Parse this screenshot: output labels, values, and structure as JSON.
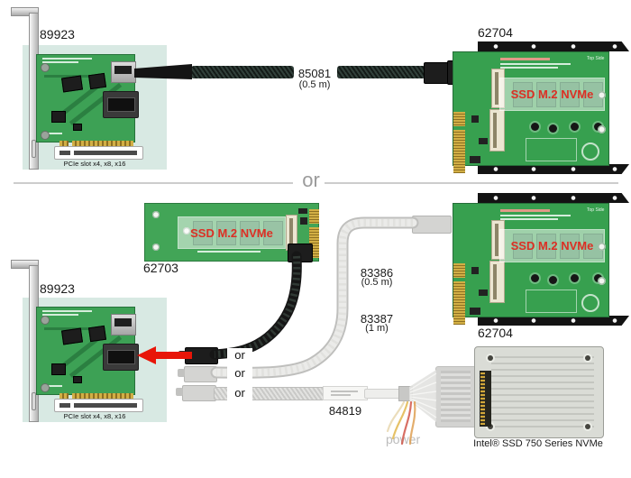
{
  "colors": {
    "pcb_green": "#3da155",
    "mint_background": "#d8e9e3",
    "ssd_text_red": "#dc2f24",
    "arrow_red": "#e81508",
    "frame_black": "#131313",
    "gold_contacts": "#d2af45",
    "divider_gray": "#cdcdcd",
    "or_gray": "#9b9b9b",
    "power_gray": "#bcbcbc"
  },
  "divider": {
    "or": "or"
  },
  "pcie_card_top": {
    "id": "89923",
    "slot": "PCIe slot x4, x8, x16"
  },
  "pcie_card_bottom": {
    "id": "89923",
    "slot": "PCIe slot x4, x8, x16"
  },
  "board_62704_top": {
    "id": "62704",
    "ssd": "SSD M.2 NVMe",
    "side": "Top Side"
  },
  "board_62704_bottom": {
    "id": "62704",
    "ssd": "SSD M.2 NVMe",
    "side": "Top Side"
  },
  "adapter_62703": {
    "id": "62703",
    "ssd": "SSD M.2 NVMe"
  },
  "cable_85081": {
    "id": "85081",
    "length": "(0.5 m)"
  },
  "cable_83386": {
    "id": "83386",
    "length": "(0.5 m)"
  },
  "cable_83387": {
    "id": "83387",
    "length": "(1 m)"
  },
  "cable_84819": {
    "id": "84819"
  },
  "or_labels": [
    "or",
    "or",
    "or"
  ],
  "power": "power",
  "intel_ssd": {
    "label": "Intel® SSD 750 Series NVMe"
  }
}
